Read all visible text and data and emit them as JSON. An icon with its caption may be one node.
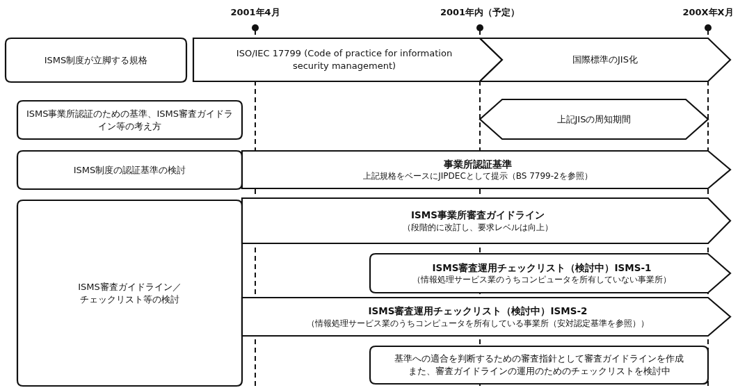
{
  "diagram": {
    "nodes": [
      {
        "text": [
          "ISMS制度が立脚する規格"
        ]
      },
      {
        "text": [
          "ISO/IEC 17799 (Code of practice for information security management)"
        ]
      },
      {
        "text": [
          "国際標準のJIS化"
        ]
      },
      {
        "text": [
          "ISMS事業所認証のための基準、ISMS審査ガイドライン等の考え方"
        ]
      },
      {
        "text": [
          "上記JISの周知期間"
        ]
      },
      {
        "text": [
          "ISMS制度の認証基準の検討"
        ]
      },
      {
        "text": [
          "事業所認証基準",
          "上記規格をベースにJIPDECとして提示（BS 7799-2を参照）"
        ]
      },
      {
        "text": [
          "ISMS審査ガイドライン／チェックリスト等の検討"
        ]
      },
      {
        "text": [
          "ISMS事業所審査ガイドライン",
          "（段階的に改訂し、要求レベルは向上）"
        ]
      },
      {
        "text": [
          "ISMS審査運用チェックリスト（検討中）ISMS-1",
          "（情報処理サービス業のうちコンピュータを所有していない事業所）"
        ]
      },
      {
        "text": [
          "ISMS審査運用チェックリスト（検討中）ISMS-2",
          "（情報処理サービス業のうちコンピュータを所有している事業所（安対認定基準を参照））"
        ]
      },
      {
        "text": [
          "基準への適合を判断するための審査指針として審査ガイドラインを作成また、審査ガイドラインの運用のためのチェックリストを検討中"
        ]
      }
    ],
    "labels": [
      "2001年4月",
      "2001年内（予定）",
      "200X年X月"
    ]
  }
}
